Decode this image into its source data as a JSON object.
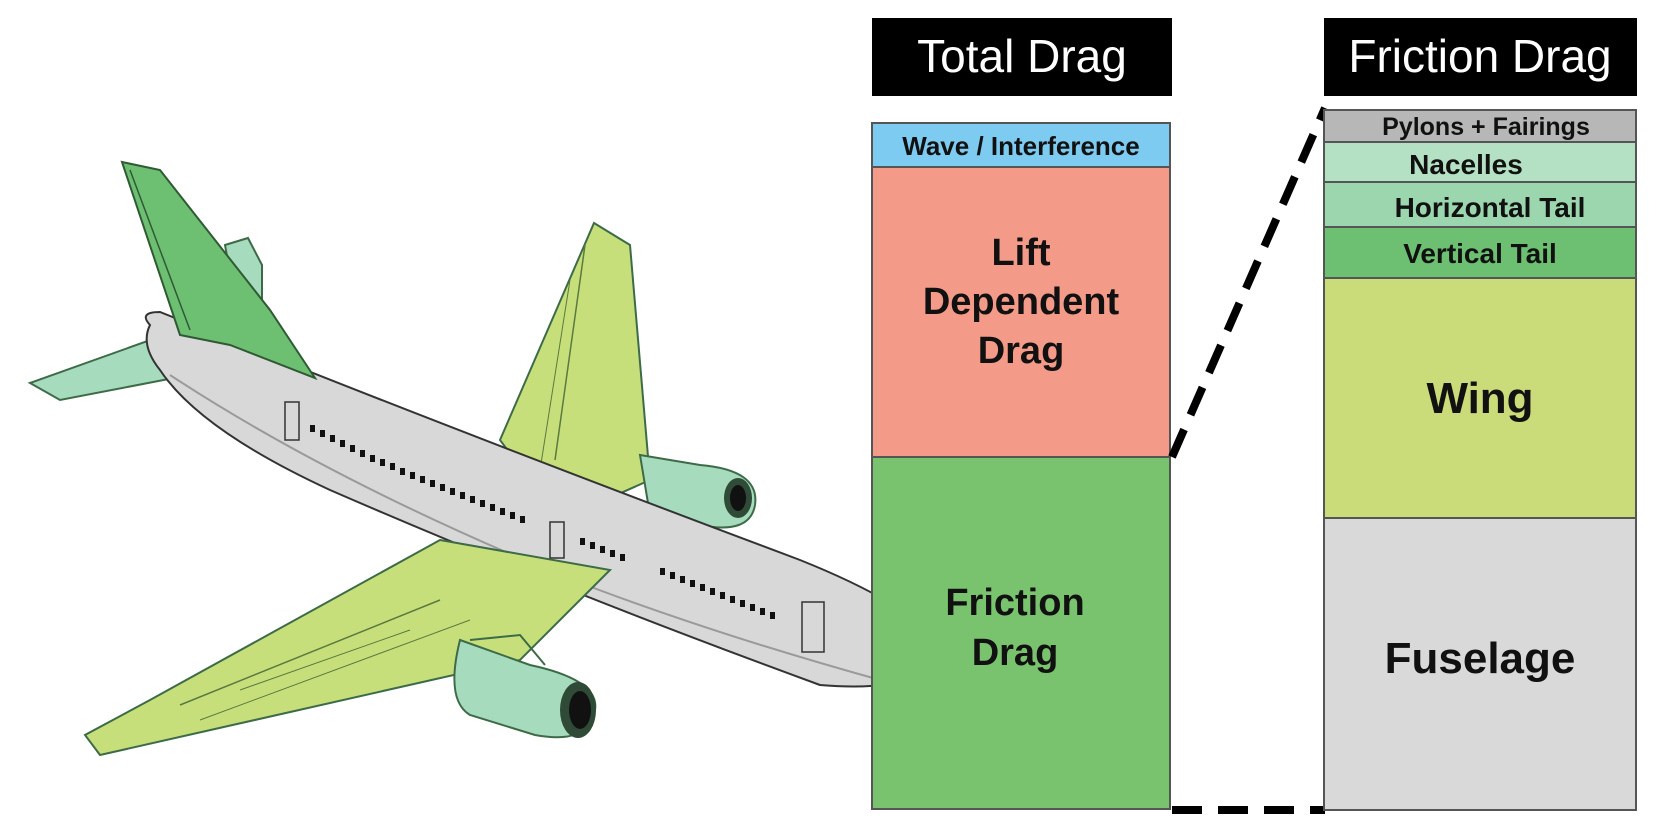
{
  "total_drag": {
    "title": "Total Drag",
    "segments": [
      {
        "id": "wave",
        "label": "Wave / Interference",
        "color": "#7ecbf1"
      },
      {
        "id": "lift",
        "label_lines": [
          "Lift",
          "Dependent",
          "Drag"
        ],
        "color": "#f39a88"
      },
      {
        "id": "friction",
        "label_lines": [
          "Friction",
          "Drag"
        ],
        "color": "#7ac36e"
      }
    ]
  },
  "friction_drag": {
    "title": "Friction Drag",
    "segments": [
      {
        "id": "pylons",
        "label": "Pylons + Fairings",
        "color": "#b7b7b7"
      },
      {
        "id": "nacelles",
        "label": "Nacelles",
        "color": "#b4e0c3"
      },
      {
        "id": "htail",
        "label": "Horizontal Tail",
        "color": "#9bd6ae"
      },
      {
        "id": "vtail",
        "label": "Vertical Tail",
        "color": "#6dbf72"
      },
      {
        "id": "wing",
        "label": "Wing",
        "color": "#c9dc79"
      },
      {
        "id": "fuselage",
        "label": "Fuselage",
        "color": "#d9d9d9"
      }
    ]
  },
  "airplane": {
    "name": "airplane-illustration"
  }
}
